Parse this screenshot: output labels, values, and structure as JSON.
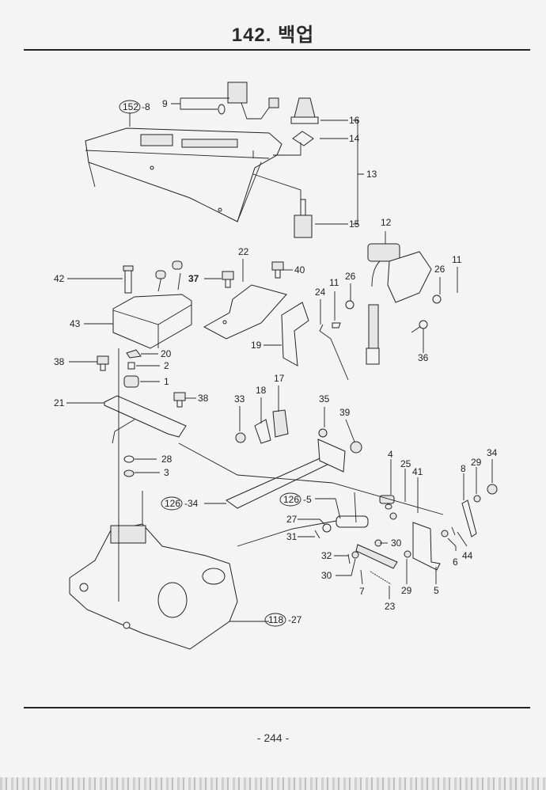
{
  "page": {
    "title": "142. 백업",
    "page_number": "- 244 -"
  },
  "callouts": [
    {
      "id": "c152-8",
      "text": "-8",
      "ref": "152"
    },
    {
      "id": "c9",
      "text": "9"
    },
    {
      "id": "c16",
      "text": "16"
    },
    {
      "id": "c14",
      "text": "14"
    },
    {
      "id": "c13",
      "text": "13"
    },
    {
      "id": "c15",
      "text": "15"
    },
    {
      "id": "c12",
      "text": "12"
    },
    {
      "id": "c11a",
      "text": "11"
    },
    {
      "id": "c26a",
      "text": "26"
    },
    {
      "id": "c11b",
      "text": "11"
    },
    {
      "id": "c26b",
      "text": "26"
    },
    {
      "id": "c24",
      "text": "24"
    },
    {
      "id": "c36",
      "text": "36"
    },
    {
      "id": "c22",
      "text": "22"
    },
    {
      "id": "c40",
      "text": "40"
    },
    {
      "id": "c37",
      "text": "37"
    },
    {
      "id": "c42",
      "text": "42"
    },
    {
      "id": "c43",
      "text": "43"
    },
    {
      "id": "c19",
      "text": "19"
    },
    {
      "id": "c20",
      "text": "20"
    },
    {
      "id": "c2",
      "text": "2"
    },
    {
      "id": "c38a",
      "text": "38"
    },
    {
      "id": "c1",
      "text": "1"
    },
    {
      "id": "c21",
      "text": "21"
    },
    {
      "id": "c38b",
      "text": "38"
    },
    {
      "id": "c17",
      "text": "17"
    },
    {
      "id": "c18",
      "text": "18"
    },
    {
      "id": "c33",
      "text": "33"
    },
    {
      "id": "c35",
      "text": "35"
    },
    {
      "id": "c39",
      "text": "39"
    },
    {
      "id": "c28",
      "text": "28"
    },
    {
      "id": "c3",
      "text": "3"
    },
    {
      "id": "c4",
      "text": "4"
    },
    {
      "id": "c25",
      "text": "25"
    },
    {
      "id": "c41",
      "text": "41"
    },
    {
      "id": "c8",
      "text": "8"
    },
    {
      "id": "c29a",
      "text": "29"
    },
    {
      "id": "c34",
      "text": "34"
    },
    {
      "id": "c126-34",
      "text": "-34",
      "ref": "126"
    },
    {
      "id": "c126-5",
      "text": "-5",
      "ref": "126"
    },
    {
      "id": "c27",
      "text": "27"
    },
    {
      "id": "c31",
      "text": "31"
    },
    {
      "id": "c30a",
      "text": "30"
    },
    {
      "id": "c6",
      "text": "6"
    },
    {
      "id": "c44",
      "text": "44"
    },
    {
      "id": "c32",
      "text": "32"
    },
    {
      "id": "c30b",
      "text": "30"
    },
    {
      "id": "c7",
      "text": "7"
    },
    {
      "id": "c29b",
      "text": "29"
    },
    {
      "id": "c5",
      "text": "5"
    },
    {
      "id": "c23",
      "text": "23"
    },
    {
      "id": "c118-27",
      "text": "-27",
      "ref": "118"
    }
  ]
}
